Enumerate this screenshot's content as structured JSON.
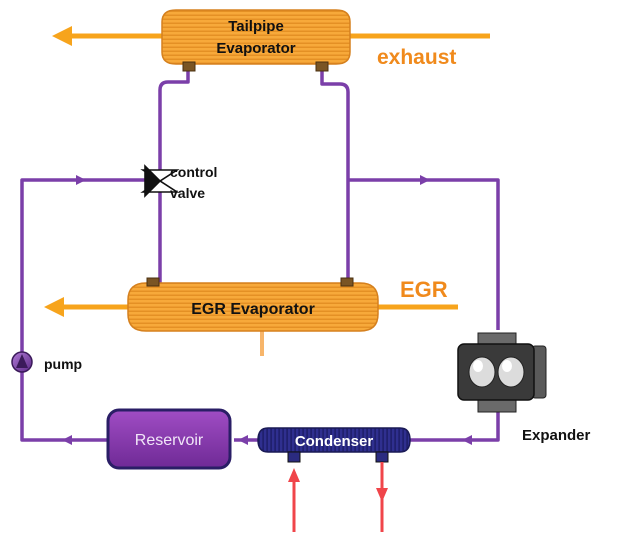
{
  "labels": {
    "tailpipe_evaporator_line1": "Tailpipe",
    "tailpipe_evaporator_line2": "Evaporator",
    "exhaust": "exhaust",
    "control_valve_line1": "control",
    "control_valve_line2": "valve",
    "egr_evaporator": "EGR Evaporator",
    "egr": "EGR",
    "pump": "pump",
    "expander": "Expander",
    "reservoir": "Reservoir",
    "condenser": "Condenser"
  },
  "colors": {
    "working_fluid": "#7b3fa9",
    "exhaust_flow": "#f7a41c",
    "evaporator_fill": "#f7a93a",
    "condenser_fill": "#2f2f8f",
    "reservoir_fill": "#8a3fb0",
    "coolant_flow": "#f0454a",
    "label_orange": "#f08a1c"
  },
  "icons": [
    "flow-arrow-icon",
    "valve-icon",
    "pump-icon",
    "expander-icon"
  ]
}
